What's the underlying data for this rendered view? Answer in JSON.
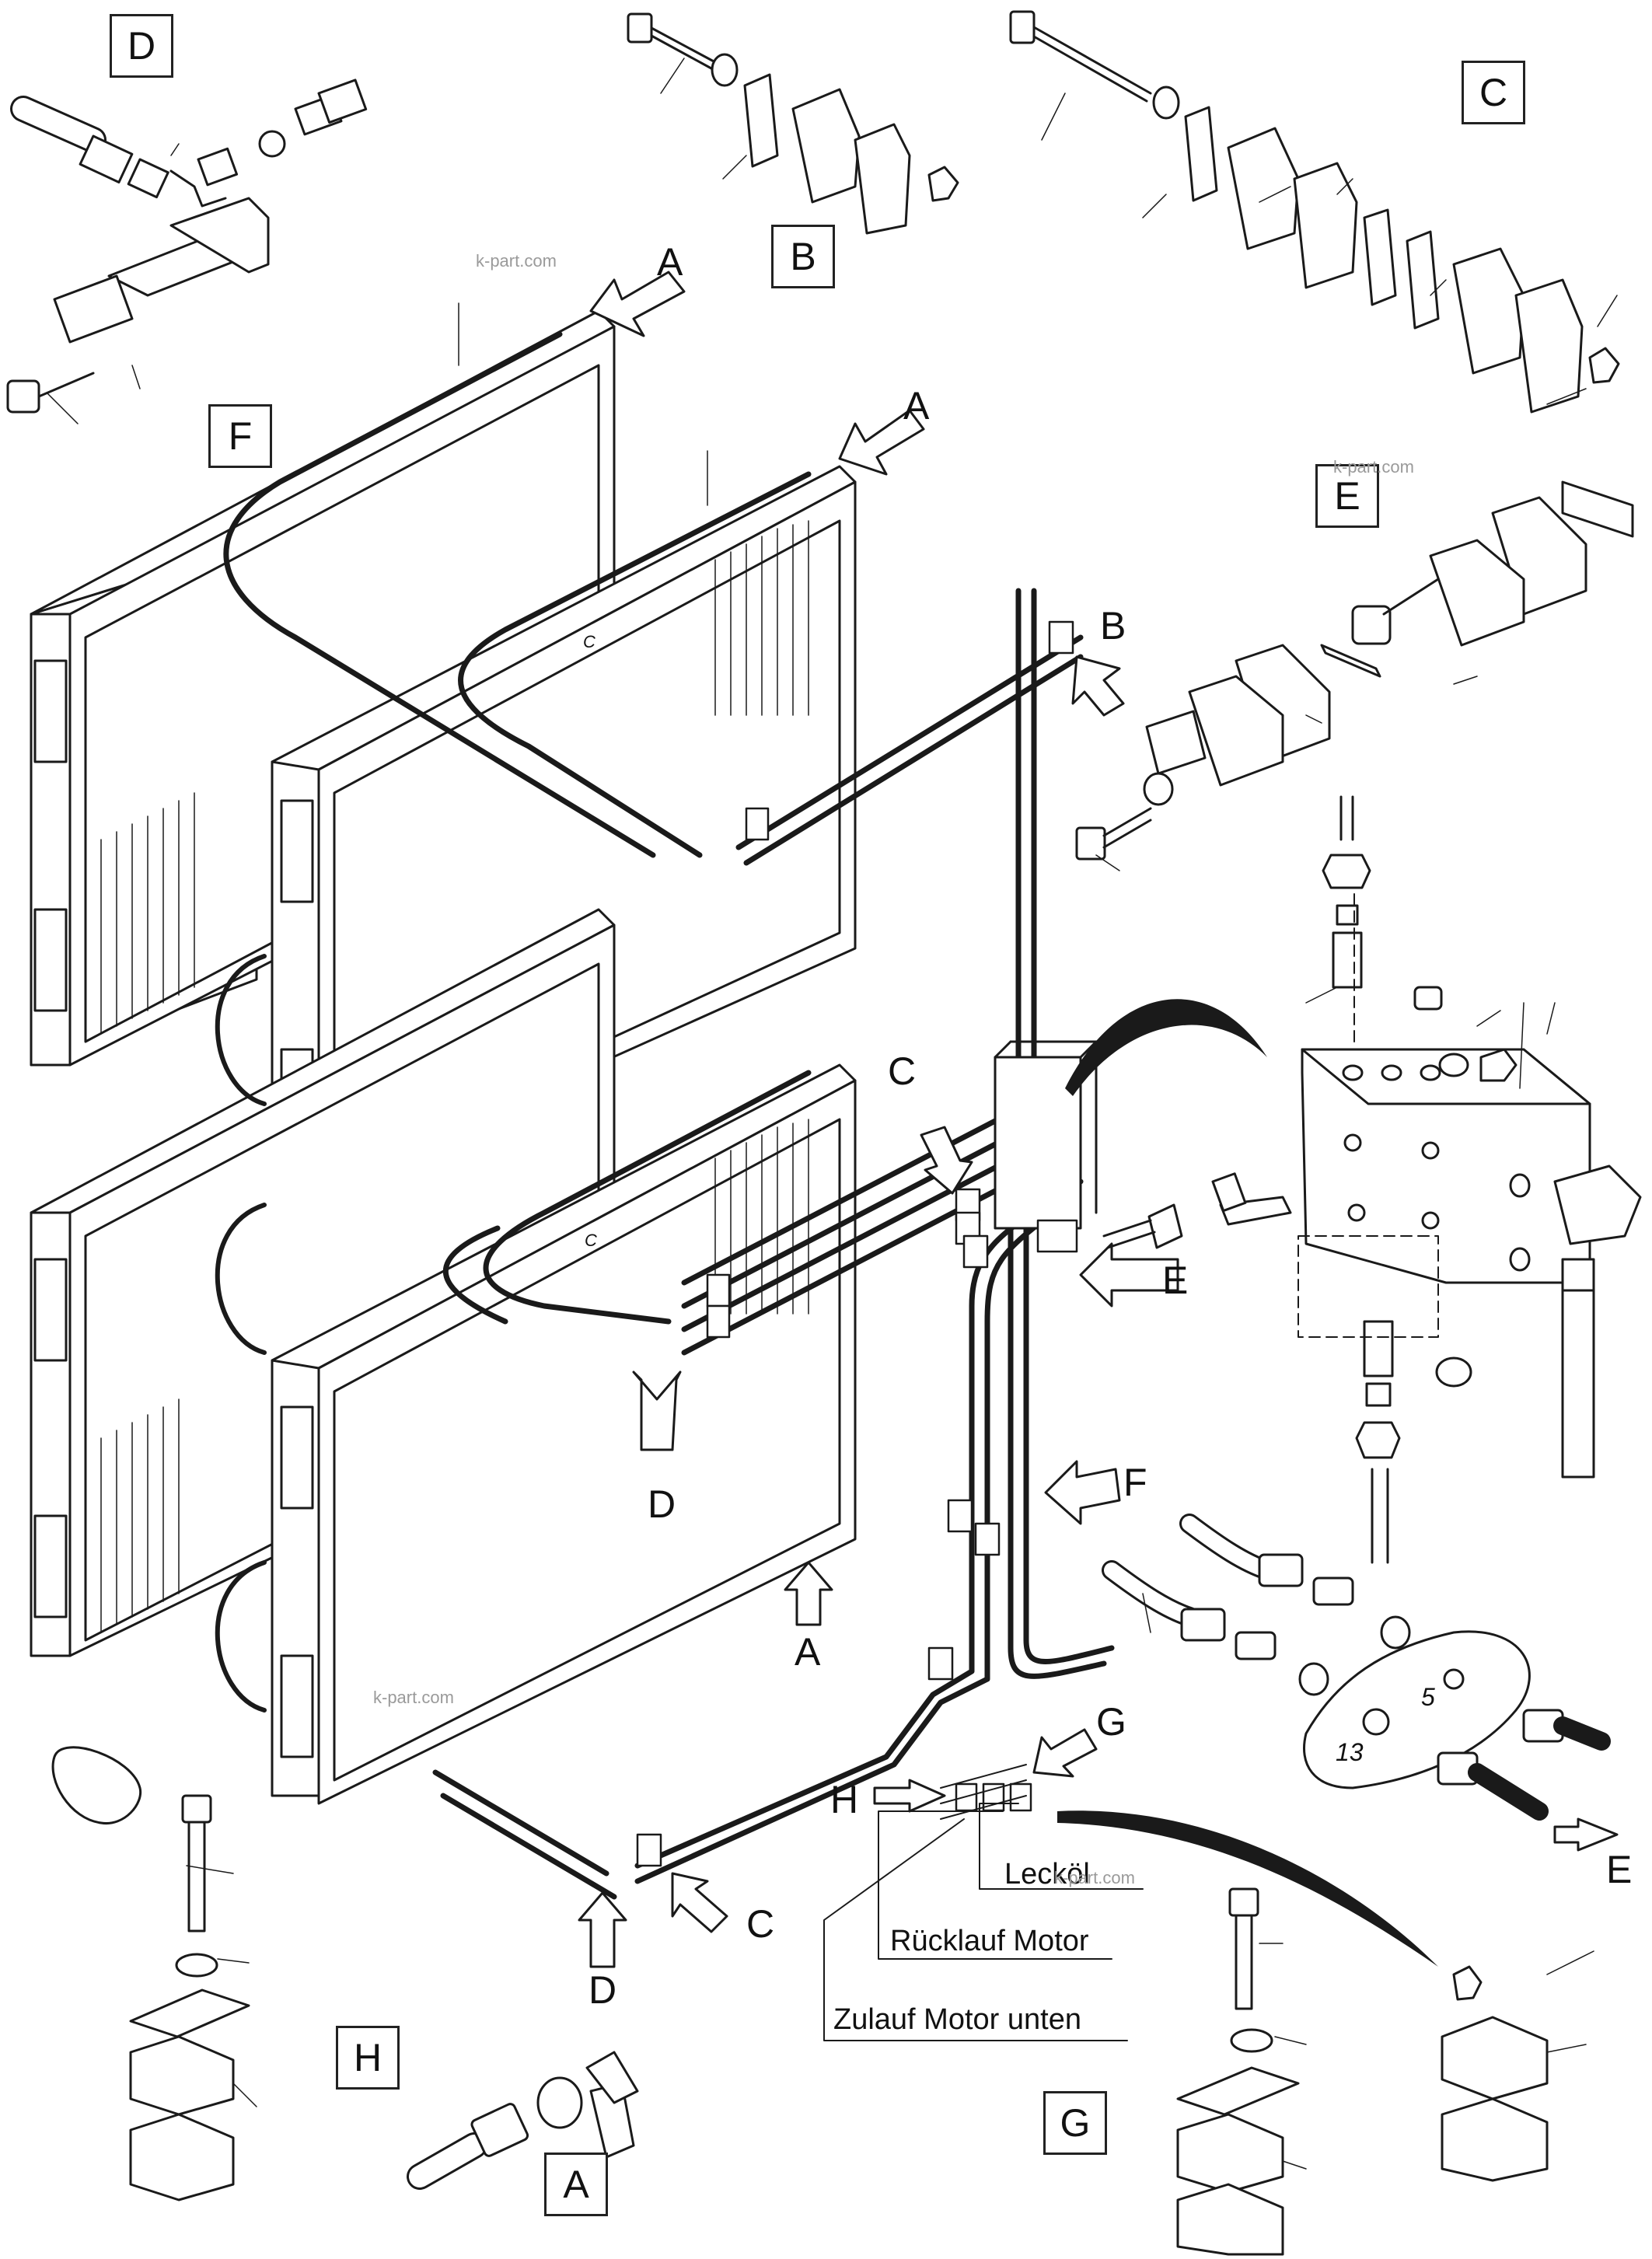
{
  "detail_boxes": {
    "D": "D",
    "B": "B",
    "C": "C",
    "F": "F",
    "E": "E",
    "H": "H",
    "G": "G",
    "A": "A"
  },
  "arrow_labels": {
    "a_top_left": "A",
    "a_top_right": "A",
    "b_right": "B",
    "c_mid": "C",
    "e_mid": "E",
    "d_mid": "D",
    "f_mid": "F",
    "a_lower": "A",
    "g_lower": "G",
    "h_lower": "H",
    "c_lower": "C",
    "d_lower": "D",
    "e_flange": "E"
  },
  "hose_labels": {
    "leakage": "Lecköl",
    "return_motor": "Rücklauf Motor",
    "feed_motor_bottom": "Zulauf Motor unten"
  },
  "flange_numbers": {
    "left": "13",
    "right": "5"
  },
  "small_marks": {
    "cooler_upper": "C",
    "cooler_lower": "C"
  },
  "watermarks": {
    "w1": "k-part.com",
    "w2": "k-part.com",
    "w3": "k-part.com",
    "w4": "k-part.com"
  }
}
